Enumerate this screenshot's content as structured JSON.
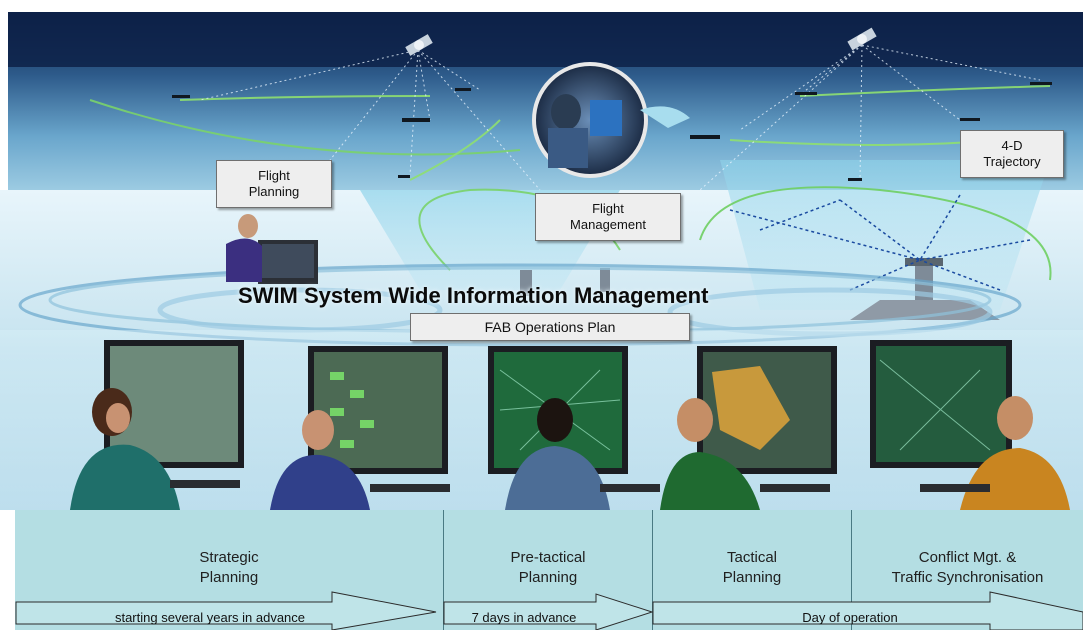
{
  "callouts": {
    "flight_planning": [
      "Flight",
      "Planning"
    ],
    "flight_management": [
      "Flight",
      "Management"
    ],
    "trajectory": [
      "4-D",
      "Trajectory"
    ],
    "fab_operations_plan": "FAB Operations Plan"
  },
  "swim_title": "SWIM System Wide Information Management",
  "phases": [
    {
      "lines": [
        "Strategic",
        "Planning"
      ]
    },
    {
      "lines": [
        "Pre-tactical",
        "Planning"
      ]
    },
    {
      "lines": [
        "Tactical",
        "Planning"
      ]
    },
    {
      "lines": [
        "Conflict Mgt. &",
        "Traffic Synchronisation"
      ]
    }
  ],
  "timeline": [
    {
      "label": "starting several years in advance"
    },
    {
      "label": "7 days in advance"
    },
    {
      "label": "Day of operation"
    }
  ],
  "colors": {
    "sky_dark": "#0d2148",
    "sky_light": "#7fb6d4",
    "phase_fill": "#b4dee3",
    "screen_green": "#1f6a3c"
  }
}
